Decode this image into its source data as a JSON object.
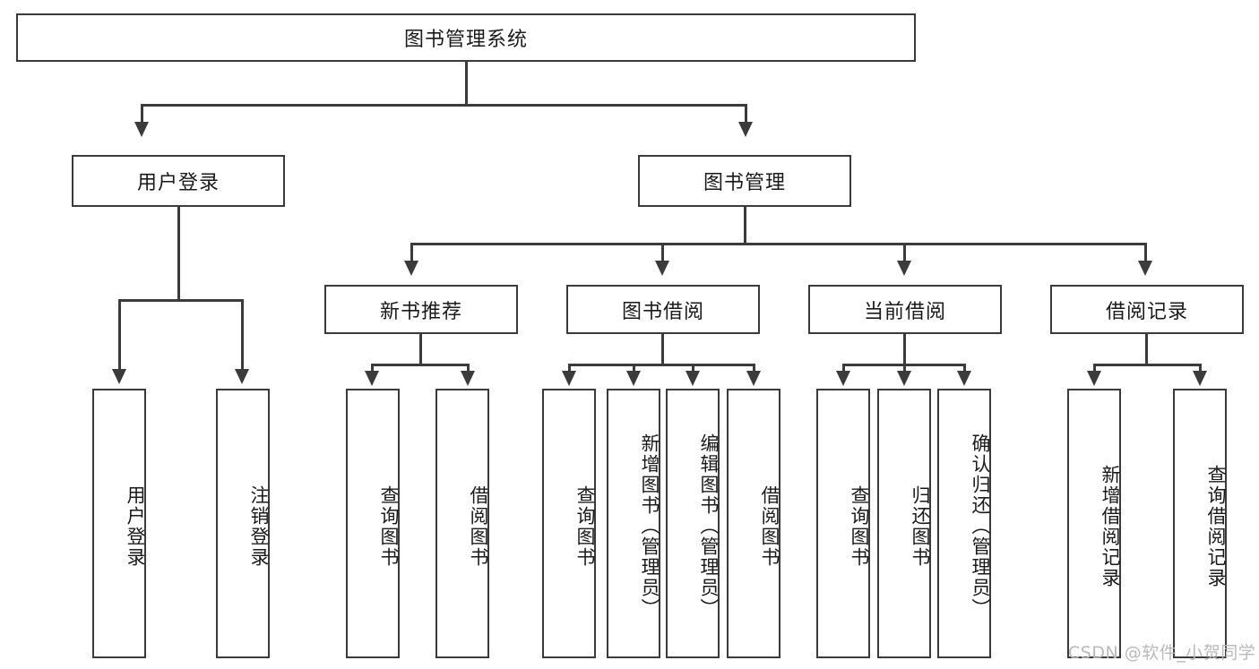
{
  "diagram": {
    "title": "图书管理系统",
    "root": {
      "label": "图书管理系统"
    },
    "level1": [
      {
        "label": "用户登录"
      },
      {
        "label": "图书管理"
      }
    ],
    "level2": [
      {
        "label": "新书推荐"
      },
      {
        "label": "图书借阅"
      },
      {
        "label": "当前借阅"
      },
      {
        "label": "借阅记录"
      }
    ],
    "leaves": {
      "user_login": [
        {
          "label": "用户登录"
        },
        {
          "label": "注销登录"
        }
      ],
      "new_book_recommend": [
        {
          "label": "查询图书"
        },
        {
          "label": "借阅图书"
        }
      ],
      "book_borrow": [
        {
          "label": "查询图书"
        },
        {
          "label": "新增图书（管理员）"
        },
        {
          "label": "编辑图书（管理员）"
        },
        {
          "label": "借阅图书"
        }
      ],
      "current_borrow": [
        {
          "label": "查询图书"
        },
        {
          "label": "归还图书"
        },
        {
          "label": "确认归还（管理员）"
        }
      ],
      "borrow_record": [
        {
          "label": "新增借阅记录"
        },
        {
          "label": "查询借阅记录"
        }
      ]
    }
  },
  "watermark": {
    "text": "CSDN @软件_小贺同学"
  },
  "colors": {
    "stroke": "#3b3b3b",
    "fill": "#ffffff",
    "text": "#1a1a1a",
    "watermark": "#b9b9b9"
  }
}
